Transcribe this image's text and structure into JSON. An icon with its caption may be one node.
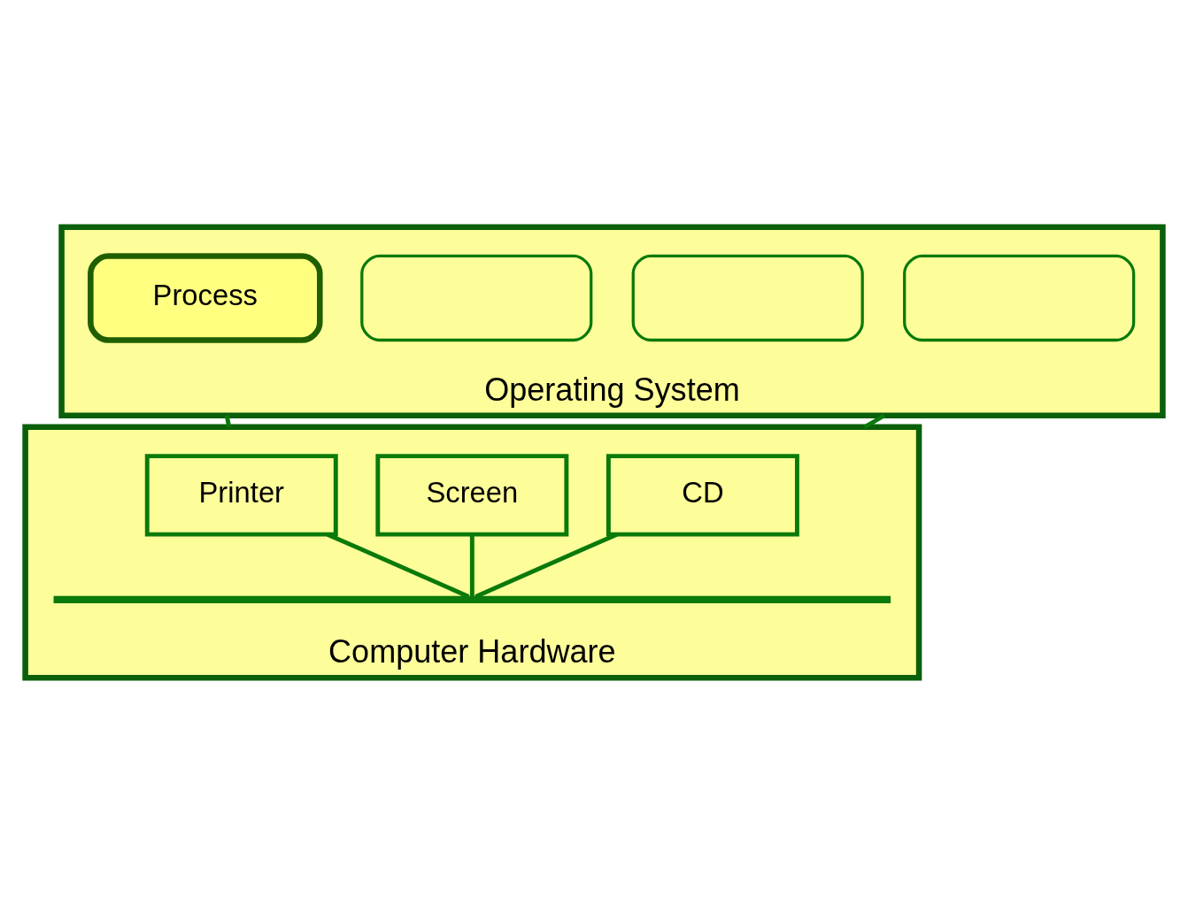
{
  "diagram": {
    "nodes": [
      {
        "text": [
          "Operating System"
        ]
      },
      {
        "text": [
          "Process"
        ],
        "in": 0
      },
      {
        "text": [],
        "shape": "box",
        "in": 0
      },
      {
        "text": [],
        "shape": "box",
        "in": 0
      },
      {
        "text": [],
        "shape": "box",
        "in": 0
      },
      {
        "text": [
          "Computer Hardware"
        ]
      },
      {
        "text": [
          "Printer"
        ],
        "in": 5
      },
      {
        "text": [
          "Screen"
        ],
        "in": 5
      },
      {
        "text": [
          "CD"
        ],
        "in": 5
      },
      {
        "text": [],
        "shape": "bar",
        "in": 5
      }
    ],
    "edges": [
      {
        "from": 0,
        "to": 5,
        "arrow": "none"
      },
      {
        "from": 0,
        "to": 5,
        "arrow": "none"
      },
      {
        "from": 6,
        "to": 9,
        "arrow": "none"
      },
      {
        "from": 7,
        "to": 9,
        "arrow": "none"
      },
      {
        "from": 8,
        "to": 9,
        "arrow": "none"
      }
    ]
  }
}
